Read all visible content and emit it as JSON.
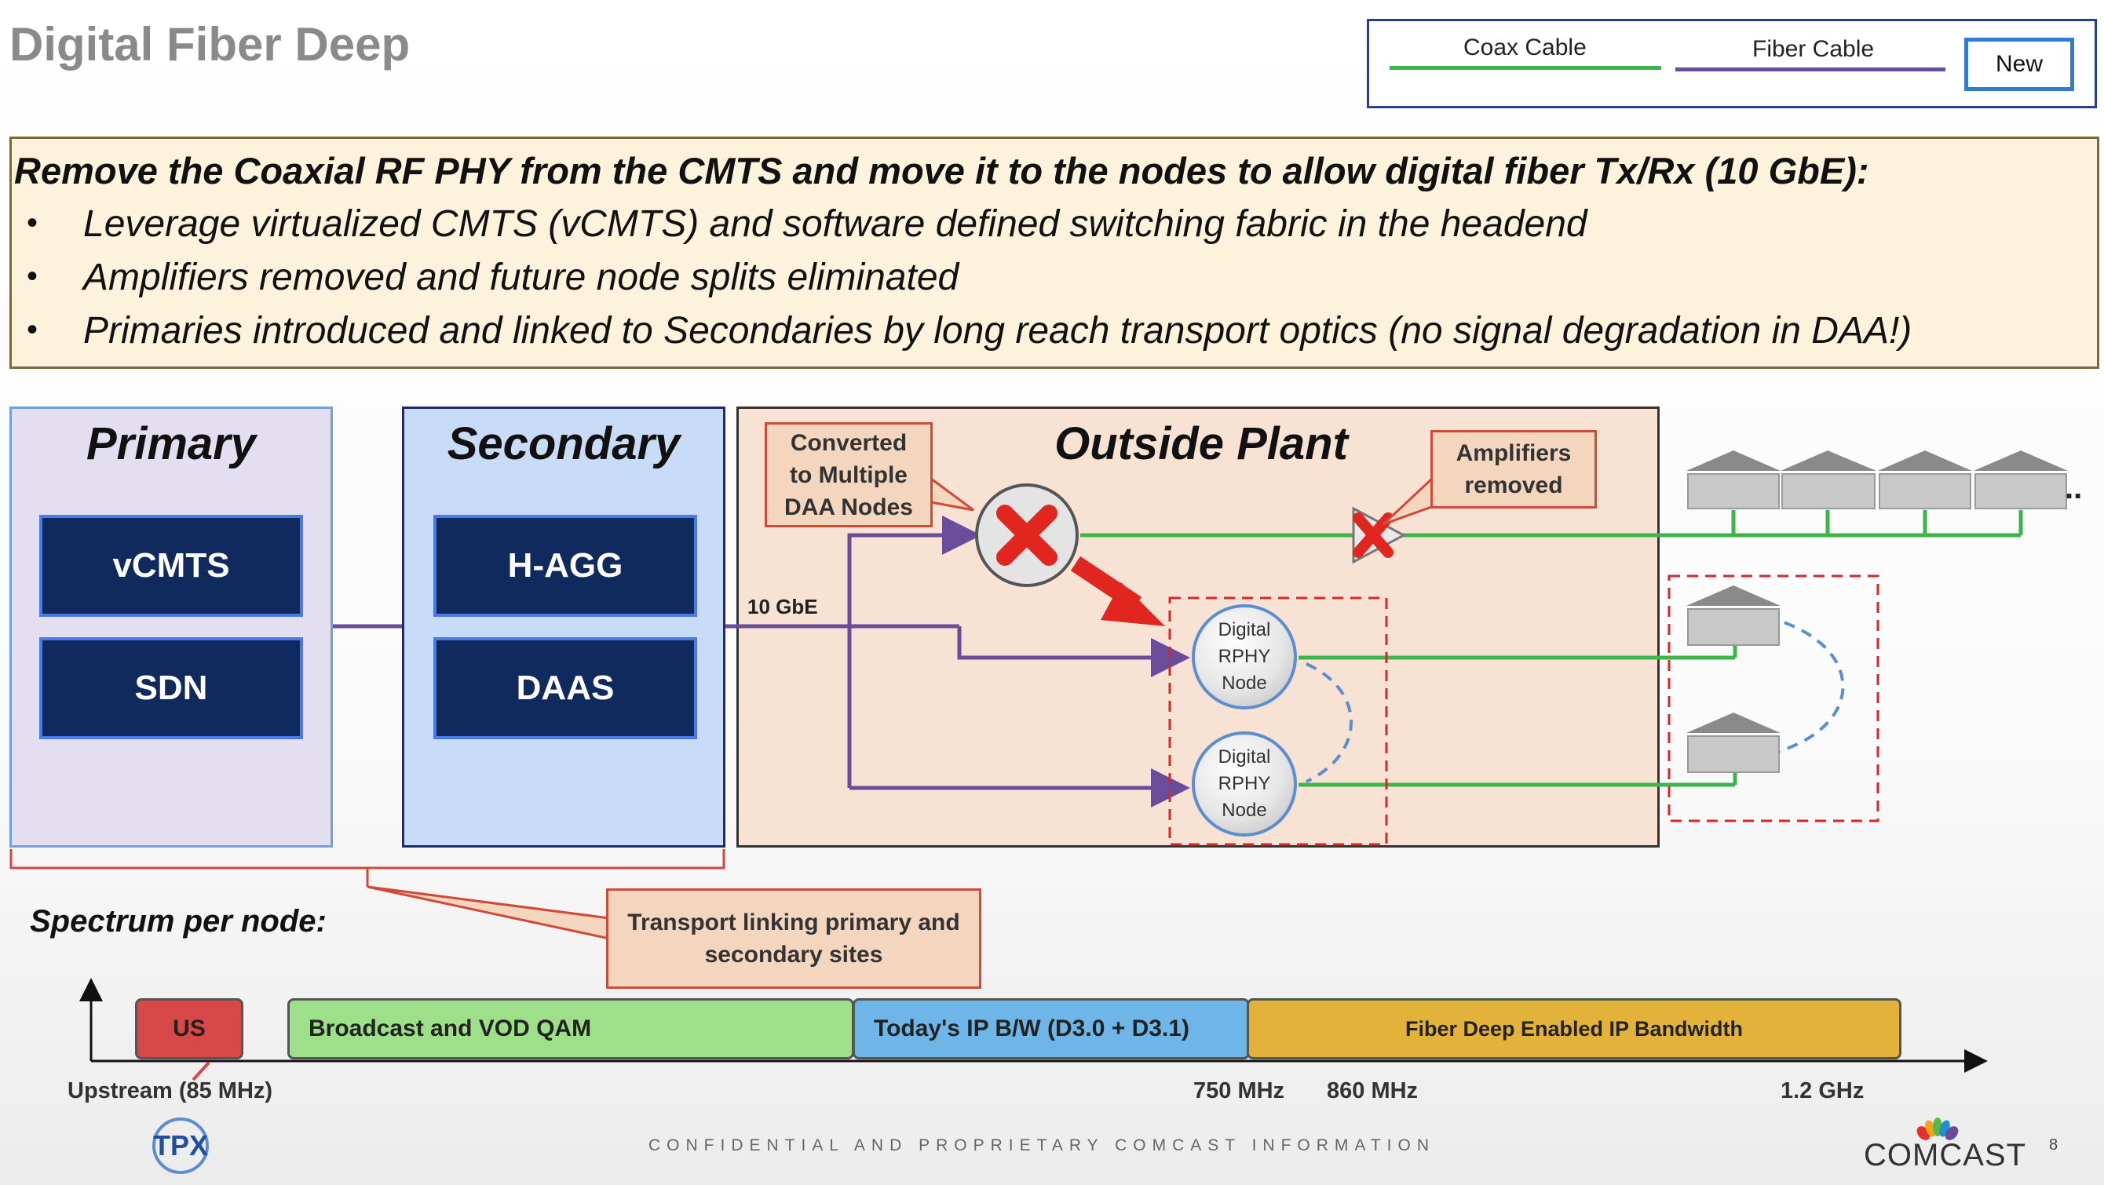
{
  "title": "Digital Fiber Deep",
  "legend": {
    "coax_label": "Coax Cable",
    "fiber_label": "Fiber Cable",
    "new_label": "New",
    "coax_color": "#3cb54a",
    "fiber_color": "#6b4c9a",
    "new_color": "#2f7bd6"
  },
  "summary": {
    "heading": "Remove the Coaxial RF PHY from the CMTS and move it to the nodes to allow digital fiber Tx/Rx (10 GbE):",
    "bullets": [
      "Leverage virtualized CMTS (vCMTS) and software defined switching fabric in the headend",
      "Amplifiers removed and future node splits eliminated",
      "Primaries introduced and linked to Secondaries by long reach transport optics (no signal degradation in DAA!)"
    ]
  },
  "diagram": {
    "primary": {
      "title": "Primary",
      "blocks": [
        "vCMTS",
        "SDN"
      ]
    },
    "secondary": {
      "title": "Secondary",
      "blocks": [
        "H-AGG",
        "DAAS"
      ]
    },
    "outside_plant": {
      "title": "Outside Plant",
      "link_label": "10 GbE",
      "callout_converted": "Converted\nto Multiple\nDAA Nodes",
      "callout_amplifiers": "Amplifiers\nremoved",
      "nodes": [
        "Digital\nRPHY\nNode",
        "Digital\nRPHY\nNode"
      ]
    },
    "continuation": "..",
    "transport_callout": "Transport linking primary and\nsecondary sites"
  },
  "spectrum": {
    "title": "Spectrum per node:",
    "bands": [
      {
        "label": "US",
        "color": "#d94848"
      },
      {
        "label": "Broadcast and VOD QAM",
        "color": "#9ee08a"
      },
      {
        "label": "Today's IP B/W (D3.0 + D3.1)",
        "color": "#6fb6e8"
      },
      {
        "label": "Fiber Deep Enabled IP Bandwidth",
        "color": "#e2b23a"
      }
    ],
    "axis_labels": [
      "Upstream (85 MHz)",
      "750 MHz",
      "860 MHz",
      "1.2 GHz"
    ]
  },
  "footer": {
    "confidential": "CONFIDENTIAL AND PROPRIETARY COMCAST INFORMATION",
    "brand": "COMCAST",
    "tpx_logo": "TPX",
    "page_number": "8"
  }
}
